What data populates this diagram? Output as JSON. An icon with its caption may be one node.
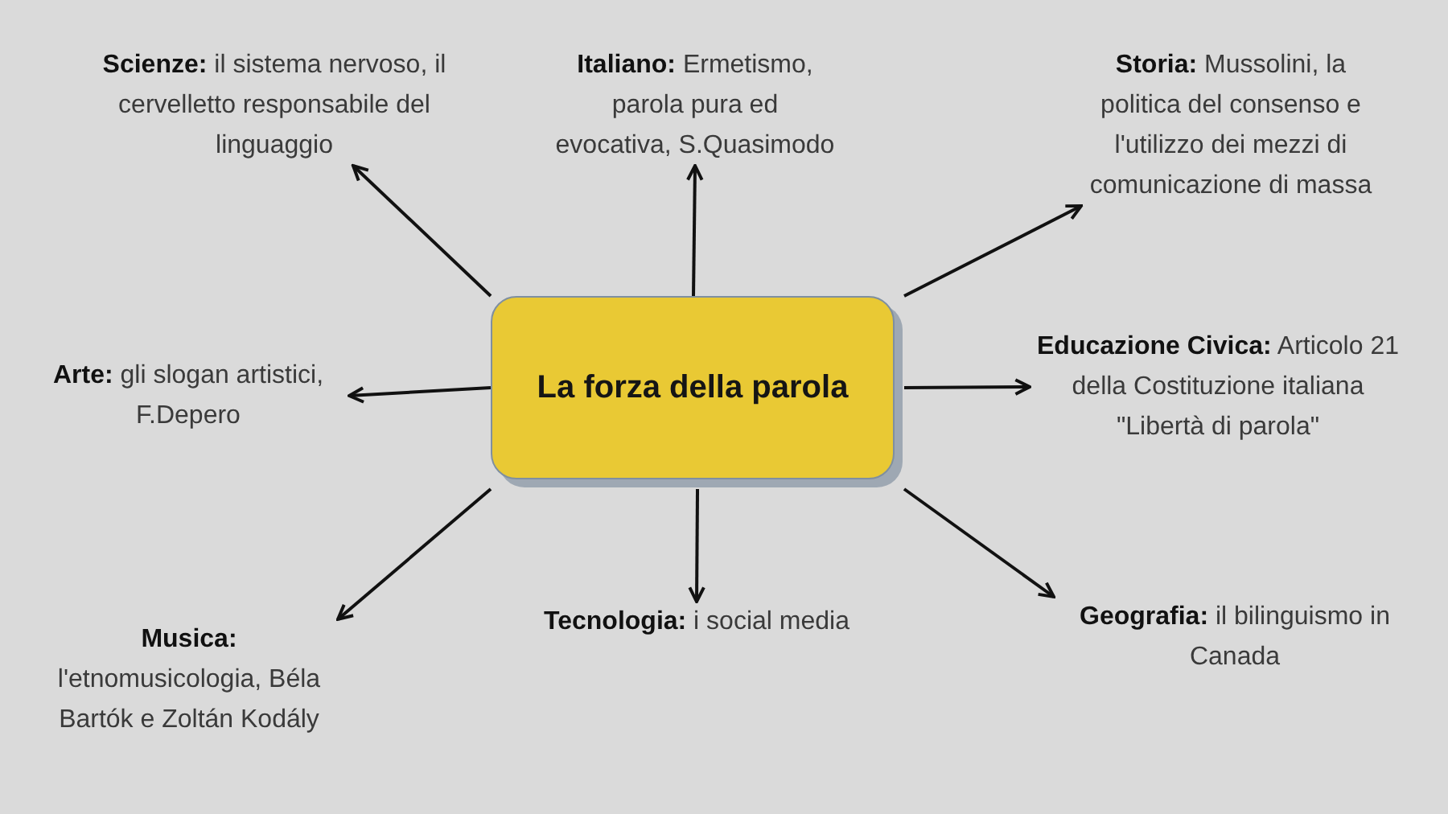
{
  "diagram": {
    "nodes": [
      {
        "text": [
          "La forza della parola"
        ]
      },
      {
        "text": [
          "**Scienze:** il sistema nervoso, il cervelletto responsabile del linguaggio"
        ]
      },
      {
        "text": [
          "**Italiano:** Ermetismo, parola pura ed evocativa, S.Quasimodo"
        ]
      },
      {
        "text": [
          "**Storia:** Mussolini, la politica del consenso e l'utilizzo dei mezzi di comunicazione di massa"
        ]
      },
      {
        "text": [
          "**Arte:** gli slogan artistici, F.Depero"
        ]
      },
      {
        "text": [
          "**Educazione Civica:** Articolo 21 della Costituzione italiana \"Libertà di parola\""
        ]
      },
      {
        "text": [
          "**Musica:** l'etnomusicologia, Béla Bartók e Zoltán Kodály"
        ]
      },
      {
        "text": [
          "**Tecnologia:** i social media"
        ]
      },
      {
        "text": [
          "**Geografia:** il bilinguismo in Canada"
        ]
      }
    ],
    "edges": [
      {
        "from": 0,
        "to": 1,
        "arrow": "to"
      },
      {
        "from": 0,
        "to": 2,
        "arrow": "to"
      },
      {
        "from": 0,
        "to": 3,
        "arrow": "to"
      },
      {
        "from": 0,
        "to": 4,
        "arrow": "to"
      },
      {
        "from": 0,
        "to": 5,
        "arrow": "to"
      },
      {
        "from": 0,
        "to": 6,
        "arrow": "to"
      },
      {
        "from": 0,
        "to": 7,
        "arrow": "to"
      },
      {
        "from": 0,
        "to": 8,
        "arrow": "to"
      }
    ]
  }
}
